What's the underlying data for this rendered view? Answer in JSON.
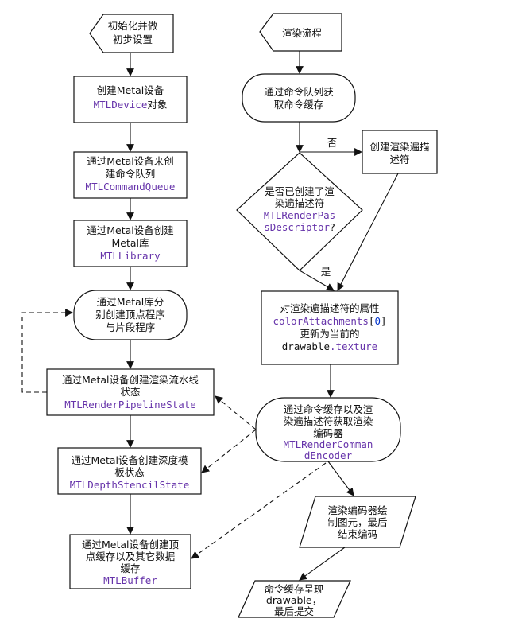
{
  "nodes": {
    "init": {
      "line1": "初始化并做",
      "line2": "初步设置"
    },
    "render": {
      "line1": "渲染流程"
    },
    "create_device": {
      "line1": "创建Metal设备",
      "code": "MTLDevice",
      "suffix": "对象"
    },
    "create_queue": {
      "line1": "通过Metal设备来创",
      "line2": "建命令队列",
      "code": "MTLCommandQueue"
    },
    "create_library": {
      "line1": "通过Metal设备创建",
      "line2": "Metal库",
      "code": "MTLLibrary"
    },
    "create_functions": {
      "line1": "通过Metal库分",
      "line2": "别创建顶点程序",
      "line3": "与片段程序"
    },
    "create_pipeline": {
      "line1": "通过Metal设备创建渲染流水线",
      "line2": "状态",
      "code": "MTLRenderPipelineState"
    },
    "create_depth": {
      "line1": "通过Metal设备创建深度模",
      "line2": "板状态",
      "code": "MTLDepthStencilState"
    },
    "create_buffer": {
      "line1": "通过Metal设备创建顶",
      "line2": "点缓存以及其它数据",
      "line3": "缓存",
      "code": "MTLBuffer"
    },
    "get_cmd_buffer": {
      "line1": "通过命令队列获",
      "line2": "取命令缓存"
    },
    "create_rpd": {
      "line1": "创建渲染遍描",
      "line2": "述符"
    },
    "decision": {
      "line1": "是否已创建了渲",
      "line2": "染遍描述符",
      "code1": "MTLRenderPas",
      "code2": "sDescriptor",
      "q": "?"
    },
    "update_attach": {
      "line1": "对渲染遍描述符的属性",
      "code_a": "colorAttachments",
      "code_b": "[",
      "code_c": "0",
      "code_d": "]",
      "line3": "更新为当前的",
      "code_e": "drawable",
      "code_f": ".texture"
    },
    "get_encoder": {
      "line1": "通过命令缓存以及渲",
      "line2": "染遍描述符获取渲染",
      "line3": "编码器",
      "code1": "MTLRenderComman",
      "code2": "dEncoder"
    },
    "draw": {
      "line1": "渲染编码器绘",
      "line2": "制图元，最后",
      "line3": "结束编码"
    },
    "present": {
      "line1": "命令缓存呈现",
      "line2": "drawable，",
      "line3": "最后提交"
    }
  },
  "edge_labels": {
    "no": "否",
    "yes": "是"
  },
  "colors": {
    "code": "#6633aa",
    "index": "#0033cc",
    "stroke": "#111111",
    "fill": "#ffffff"
  }
}
